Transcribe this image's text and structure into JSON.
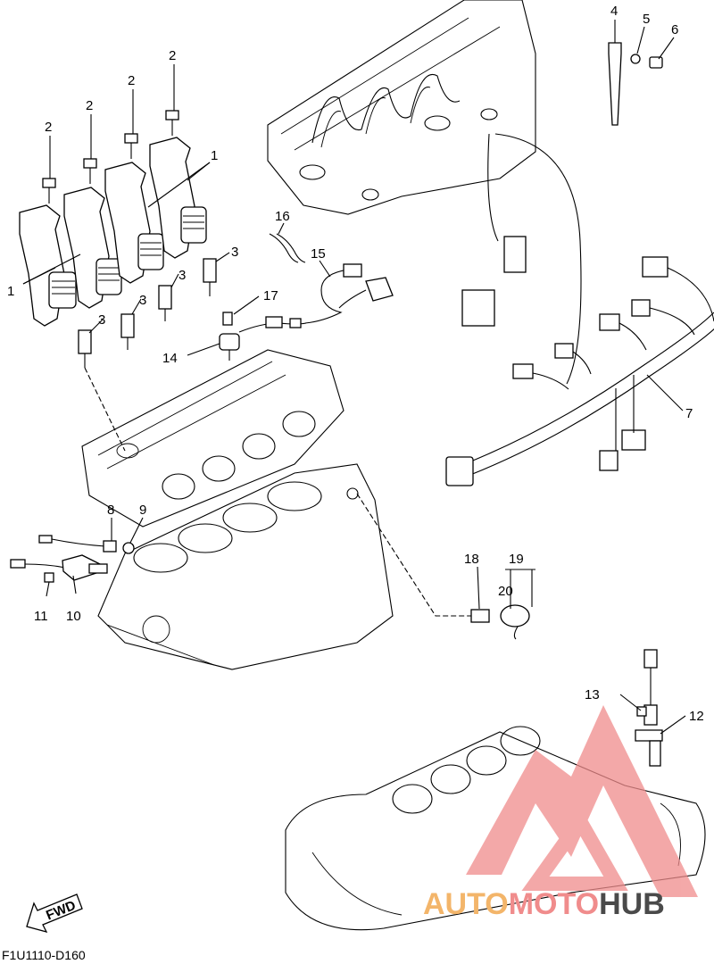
{
  "callouts": [
    {
      "id": "c1a",
      "text": "1"
    },
    {
      "id": "c1b",
      "text": "1"
    },
    {
      "id": "c2a",
      "text": "2"
    },
    {
      "id": "c2b",
      "text": "2"
    },
    {
      "id": "c2c",
      "text": "2"
    },
    {
      "id": "c2d",
      "text": "2"
    },
    {
      "id": "c3a",
      "text": "3"
    },
    {
      "id": "c3b",
      "text": "3"
    },
    {
      "id": "c3c",
      "text": "3"
    },
    {
      "id": "c3d",
      "text": "3"
    },
    {
      "id": "c4",
      "text": "4"
    },
    {
      "id": "c5",
      "text": "5"
    },
    {
      "id": "c6",
      "text": "6"
    },
    {
      "id": "c7",
      "text": "7"
    },
    {
      "id": "c8",
      "text": "8"
    },
    {
      "id": "c9",
      "text": "9"
    },
    {
      "id": "c10",
      "text": "10"
    },
    {
      "id": "c11",
      "text": "11"
    },
    {
      "id": "c12",
      "text": "12"
    },
    {
      "id": "c13",
      "text": "13"
    },
    {
      "id": "c14",
      "text": "14"
    },
    {
      "id": "c15",
      "text": "15"
    },
    {
      "id": "c16",
      "text": "16"
    },
    {
      "id": "c17",
      "text": "17"
    },
    {
      "id": "c18",
      "text": "18"
    },
    {
      "id": "c19",
      "text": "19"
    },
    {
      "id": "c20",
      "text": "20"
    }
  ],
  "fwd_label": "FWD",
  "diagram_code": "F1U1110-D160",
  "watermark": {
    "part1": "AUTO",
    "part2": "MOTO",
    "part3": "HUB"
  },
  "colors": {
    "line": "#000000",
    "watermark_red": "#f08c8c",
    "watermark_orange": "#f3b56a",
    "watermark_dark": "#4a4a4a"
  }
}
